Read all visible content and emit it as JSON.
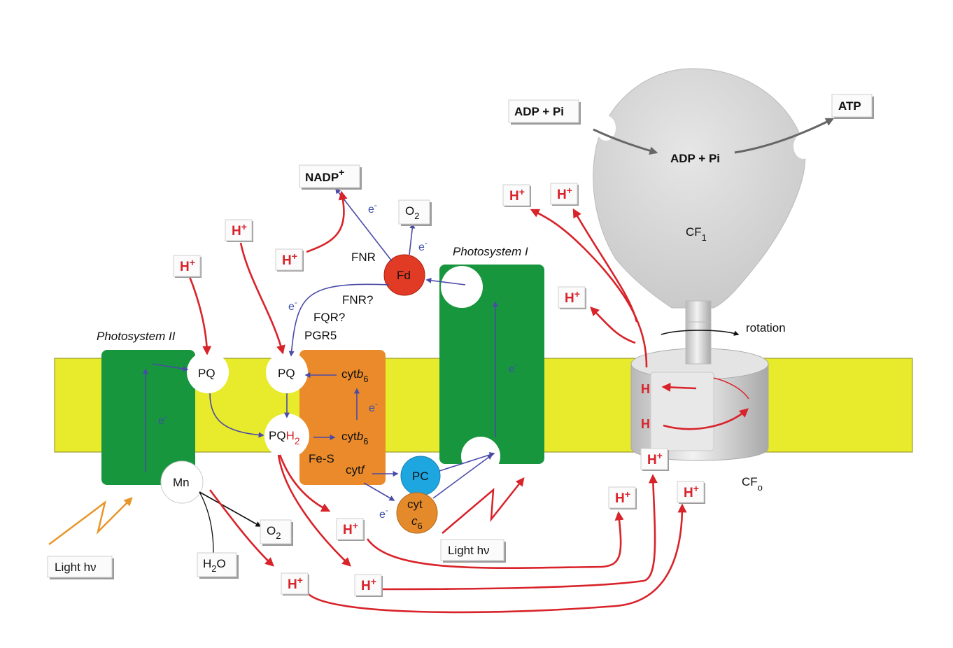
{
  "ps2": {
    "title": "Photosystem II",
    "electron": "e-"
  },
  "ps1": {
    "title": "Photosystem I",
    "electron": "e-"
  },
  "carriers": {
    "pq1": "PQ",
    "pq2": "PQ",
    "pqh2_a": "PQ",
    "pqh2_b": "H",
    "pqh2_sub": "2",
    "mn": "Mn",
    "fd": "Fd",
    "pc": "PC",
    "cyt_a": "cyt",
    "cyt_b": "c",
    "cyt_sub": "6"
  },
  "cytb6f": {
    "cytb6_top": "cyt",
    "cytb6_top_b": "b",
    "cytb6_top_sub": "6",
    "cytb6_bot": "cyt",
    "cytb6_bot_b": "b",
    "cytb6_bot_sub": "6",
    "fes": "Fe-S",
    "cytf": "cyt",
    "cytf_i": "f"
  },
  "cyclic": {
    "fnr_q": "FNR?",
    "fqr_q": "FQR?",
    "pgr5": "PGR5",
    "fnr": "FNR"
  },
  "electrons": {
    "e": "e",
    "minus": "-"
  },
  "boxes": {
    "nadp": "NADP",
    "nadp_sup": "+",
    "o2_top": "O",
    "o2_top_sub": "2",
    "o2_bot": "O",
    "o2_bot_sub": "2",
    "h2o_a": "H",
    "h2o_sub": "2",
    "h2o_b": "O",
    "light_left": "Light hν",
    "light_mid": "Light hν",
    "adp_left": "ADP + Pi",
    "adp_mid": "ADP + Pi",
    "atp": "ATP",
    "h": "H",
    "h_sup": "+"
  },
  "atpase": {
    "cf1": "CF",
    "cf1_sub": "1",
    "cfo": "CF",
    "cfo_sub": "o",
    "rotation": "rotation",
    "h_channel": "H"
  },
  "colors": {
    "membrane": "#e8ea2c",
    "photosystem": "#18963e",
    "cytb6f": "#ea8a2a",
    "fd": "#e13b25",
    "pc": "#1ea6e0",
    "cytc6": "#e58a2a",
    "proton_arrow": "#d8232a",
    "electron_arrow": "#4a4aa8",
    "atpase": "#d4d4d4"
  }
}
